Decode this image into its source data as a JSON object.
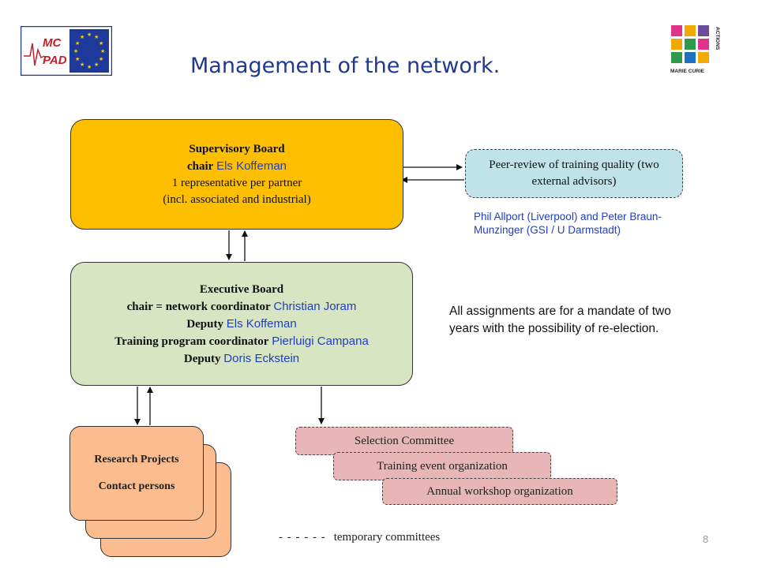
{
  "title": "Management of the network.",
  "logos": {
    "left_text_top": "MC",
    "left_text_bottom": "PAD",
    "right_text_brand": "MARIE CURIE",
    "right_text_side": "ACTIONS"
  },
  "supervisory_board": {
    "heading": "Supervisory Board",
    "chair_label": "chair",
    "chair_name": "Els Koffeman",
    "line3": "1 representative per partner",
    "line4": "(incl. associated and industrial)"
  },
  "peer_review": {
    "line1": "Peer-review of training quality (two",
    "line2": "external advisors)"
  },
  "advisors_text": {
    "line1": "Phil Allport (Liverpool) and Peter Braun-",
    "line2": "Munzinger (GSI / U Darmstadt)"
  },
  "executive_board": {
    "heading": "Executive Board",
    "chair_label": "chair = network coordinator",
    "chair_name": "Christian Joram",
    "deputy_label": "Deputy",
    "deputy_name": "Els Koffeman",
    "training_label": "Training program coordinator",
    "training_name": "Pierluigi Campana",
    "deputy2_label": "Deputy",
    "deputy2_name": "Doris Eckstein"
  },
  "assignments_note": {
    "line1": "All assignments are for a mandate of two",
    "line2": "years with the possibility of re-election."
  },
  "research_projects": {
    "line1": "Research Projects",
    "line2": "Contact persons"
  },
  "committees": [
    "Selection Committee",
    "Training event organization",
    "Annual workshop organization"
  ],
  "legend": {
    "dash": "- - - - - -",
    "label": "temporary committees"
  },
  "page_number": "8",
  "colors": {
    "supervisory": "#fdbf00",
    "executive": "#d8e5c2",
    "peer_review": "#bfe3e9",
    "research": "#fbbd8f",
    "committee": "#e8b6b6",
    "name_blue": "#1f3fbf",
    "title_blue": "#1f3a8a"
  }
}
